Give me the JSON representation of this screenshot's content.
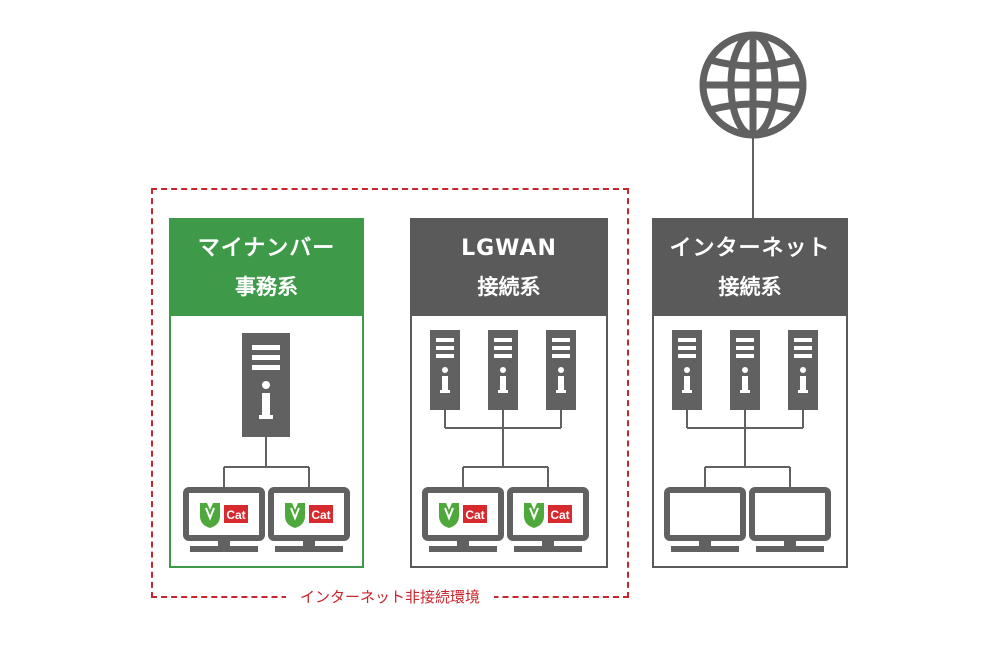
{
  "colors": {
    "mynumber": "#3e9a48",
    "lgwan": "#5a5a5a",
    "internet": "#5a5a5a",
    "device": "#616161",
    "boundary": "#c8252c",
    "badge_red": "#d62a2f",
    "badge_green": "#4fa83c"
  },
  "zones": {
    "mynumber": {
      "title": "マイナンバー",
      "subtitle": "事務系"
    },
    "lgwan": {
      "title": "LGWAN",
      "subtitle": "接続系"
    },
    "internet": {
      "title": "インターネット",
      "subtitle": "接続系"
    }
  },
  "boundary": {
    "label": "インターネット非接続環境"
  },
  "badge": {
    "text": "Cat"
  },
  "icons": {
    "globe": "globe-icon",
    "server": "server-icon",
    "monitor": "monitor-icon"
  }
}
